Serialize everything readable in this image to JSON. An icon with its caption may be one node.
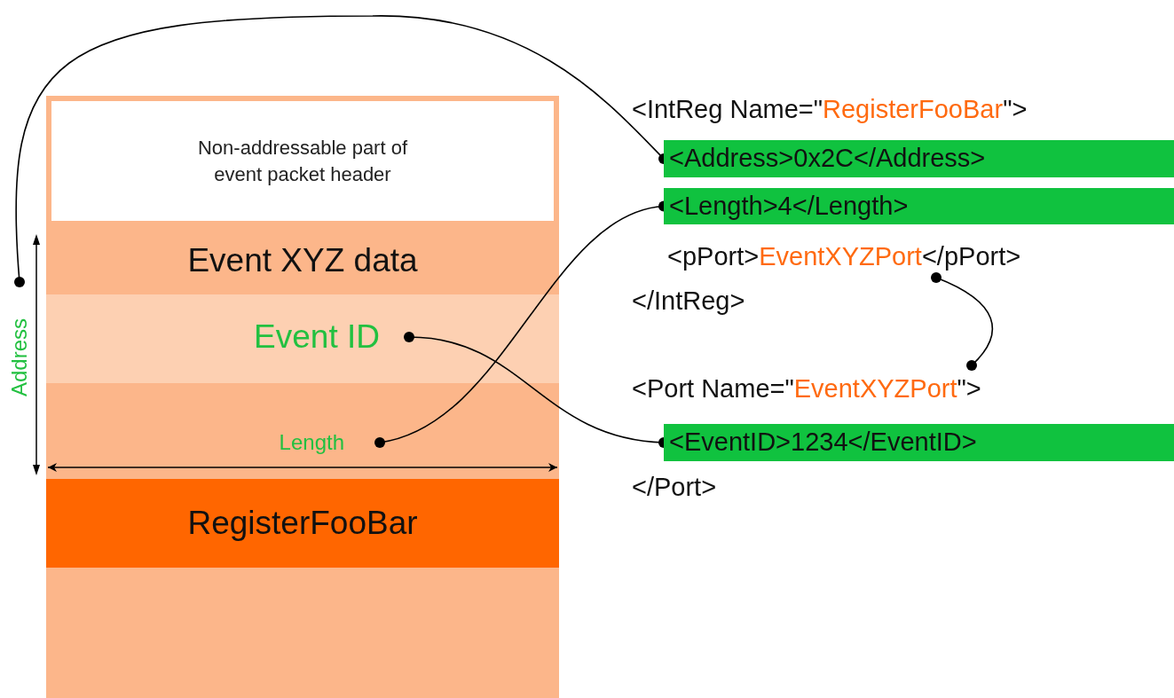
{
  "diagram": {
    "nodes": [
      {
        "text": [
          "Non-addressable part of event packet header"
        ]
      },
      {
        "text": [
          "Event XYZ data"
        ]
      },
      {
        "text": [],
        "shape": "bar"
      },
      {
        "text": [
          "Event ID"
        ],
        "in": 2
      },
      {
        "text": [],
        "shape": "bar"
      },
      {
        "text": [
          "Length"
        ],
        "in": 4
      },
      {
        "text": [
          "RegisterFooBar"
        ]
      },
      {
        "text": [],
        "shape": "bar"
      },
      {
        "text": [
          "Address"
        ]
      },
      {
        "text": [
          "<IntReg Name=\"",
          "RegisterFooBar",
          "\">"
        ]
      },
      {
        "text": [
          "<Address>0x2C</Address>"
        ]
      },
      {
        "text": [
          "<Length>4</Length>"
        ]
      },
      {
        "text": [
          "<pPort>",
          "EventXYZPort",
          "</pPort>"
        ]
      },
      {
        "text": [
          "</IntReg>"
        ]
      },
      {
        "text": [
          "<Port Name=\"",
          "EventXYZPort",
          "\">"
        ]
      },
      {
        "text": [
          "<EventID>1234</EventID>"
        ]
      },
      {
        "text": [
          "</Port>"
        ]
      }
    ],
    "edges": [
      {
        "from": 8,
        "to": 10,
        "arrow": "other"
      },
      {
        "from": 5,
        "to": 11,
        "arrow": "other"
      },
      {
        "from": 3,
        "to": 15,
        "arrow": "other"
      },
      {
        "from": 12,
        "to": 14,
        "arrow": "other"
      }
    ]
  }
}
